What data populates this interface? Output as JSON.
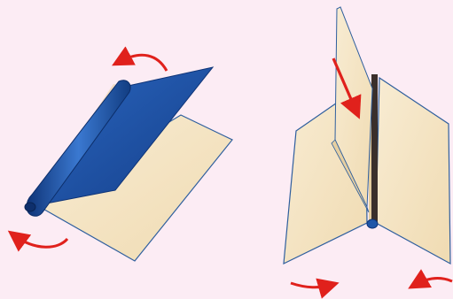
{
  "diagram": {
    "panels": [
      {
        "id": "cover-folding",
        "depicts": [
          "blue-book-cover",
          "cream-page",
          "rolled-spine"
        ],
        "arrows": 2
      },
      {
        "id": "sheet-insertion",
        "depicts": [
          "cream-folded-pages",
          "black-binding-strip",
          "falling-sheet"
        ],
        "arrows": 3
      }
    ],
    "colors": {
      "background": "#fcecf4",
      "cover": "#1f56a8",
      "cover_dark": "#123d82",
      "paper": "#f6e6c6",
      "paper_shade": "#ead5ab",
      "paper_edge": "#2f5f9e",
      "binding": "#3a2f2b",
      "arrow": "#e0211c"
    }
  }
}
